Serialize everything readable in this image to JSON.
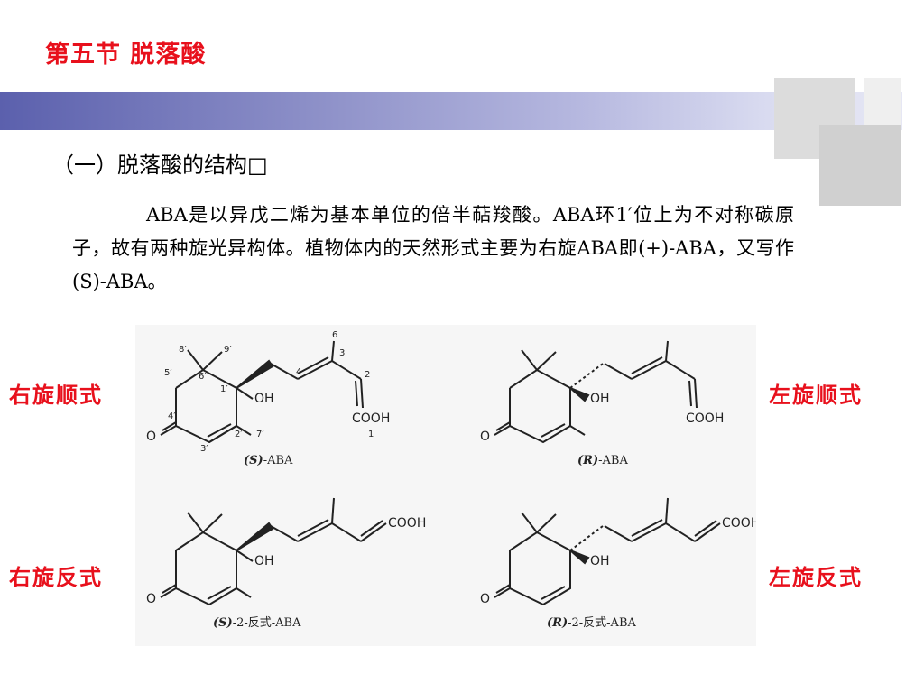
{
  "slide_title": "第五节  脱落酸",
  "section_heading": "（一）脱落酸的结构□",
  "paragraph": "ABA是以异戊二烯为基本单位的倍半萜羧酸。ABA环1′位上为不对称碳原子，故有两种旋光异构体。植物体内的天然形式主要为右旋ABA即(+)-ABA，又写作(S)-ABA。",
  "labels": {
    "top_left": "右旋顺式",
    "top_right": "左旋顺式",
    "bottom_left": "右旋反式",
    "bottom_right": "左旋反式"
  },
  "structures": {
    "s_aba": {
      "caption_prefix": "(S)",
      "caption_suffix": "-ABA",
      "oh": "OH",
      "cooh": "COOH",
      "o": "O",
      "numbers": [
        "8′",
        "9′",
        "6",
        "3",
        "5′",
        "6′",
        "1′",
        "4",
        "2",
        "4′",
        "2′",
        "7′",
        "3′",
        "1"
      ]
    },
    "r_aba": {
      "caption_prefix": "(R)",
      "caption_suffix": "-ABA",
      "oh": "OH",
      "cooh": "COOH",
      "o": "O"
    },
    "s_trans": {
      "caption_prefix": "(S)",
      "caption_suffix": "-2-反式-ABA",
      "oh": "OH",
      "cooh": "COOH",
      "o": "O"
    },
    "r_trans": {
      "caption_prefix": "(R)",
      "caption_suffix": "-2-反式-ABA",
      "oh": "OH",
      "cooh": "COOH",
      "o": "O"
    }
  }
}
